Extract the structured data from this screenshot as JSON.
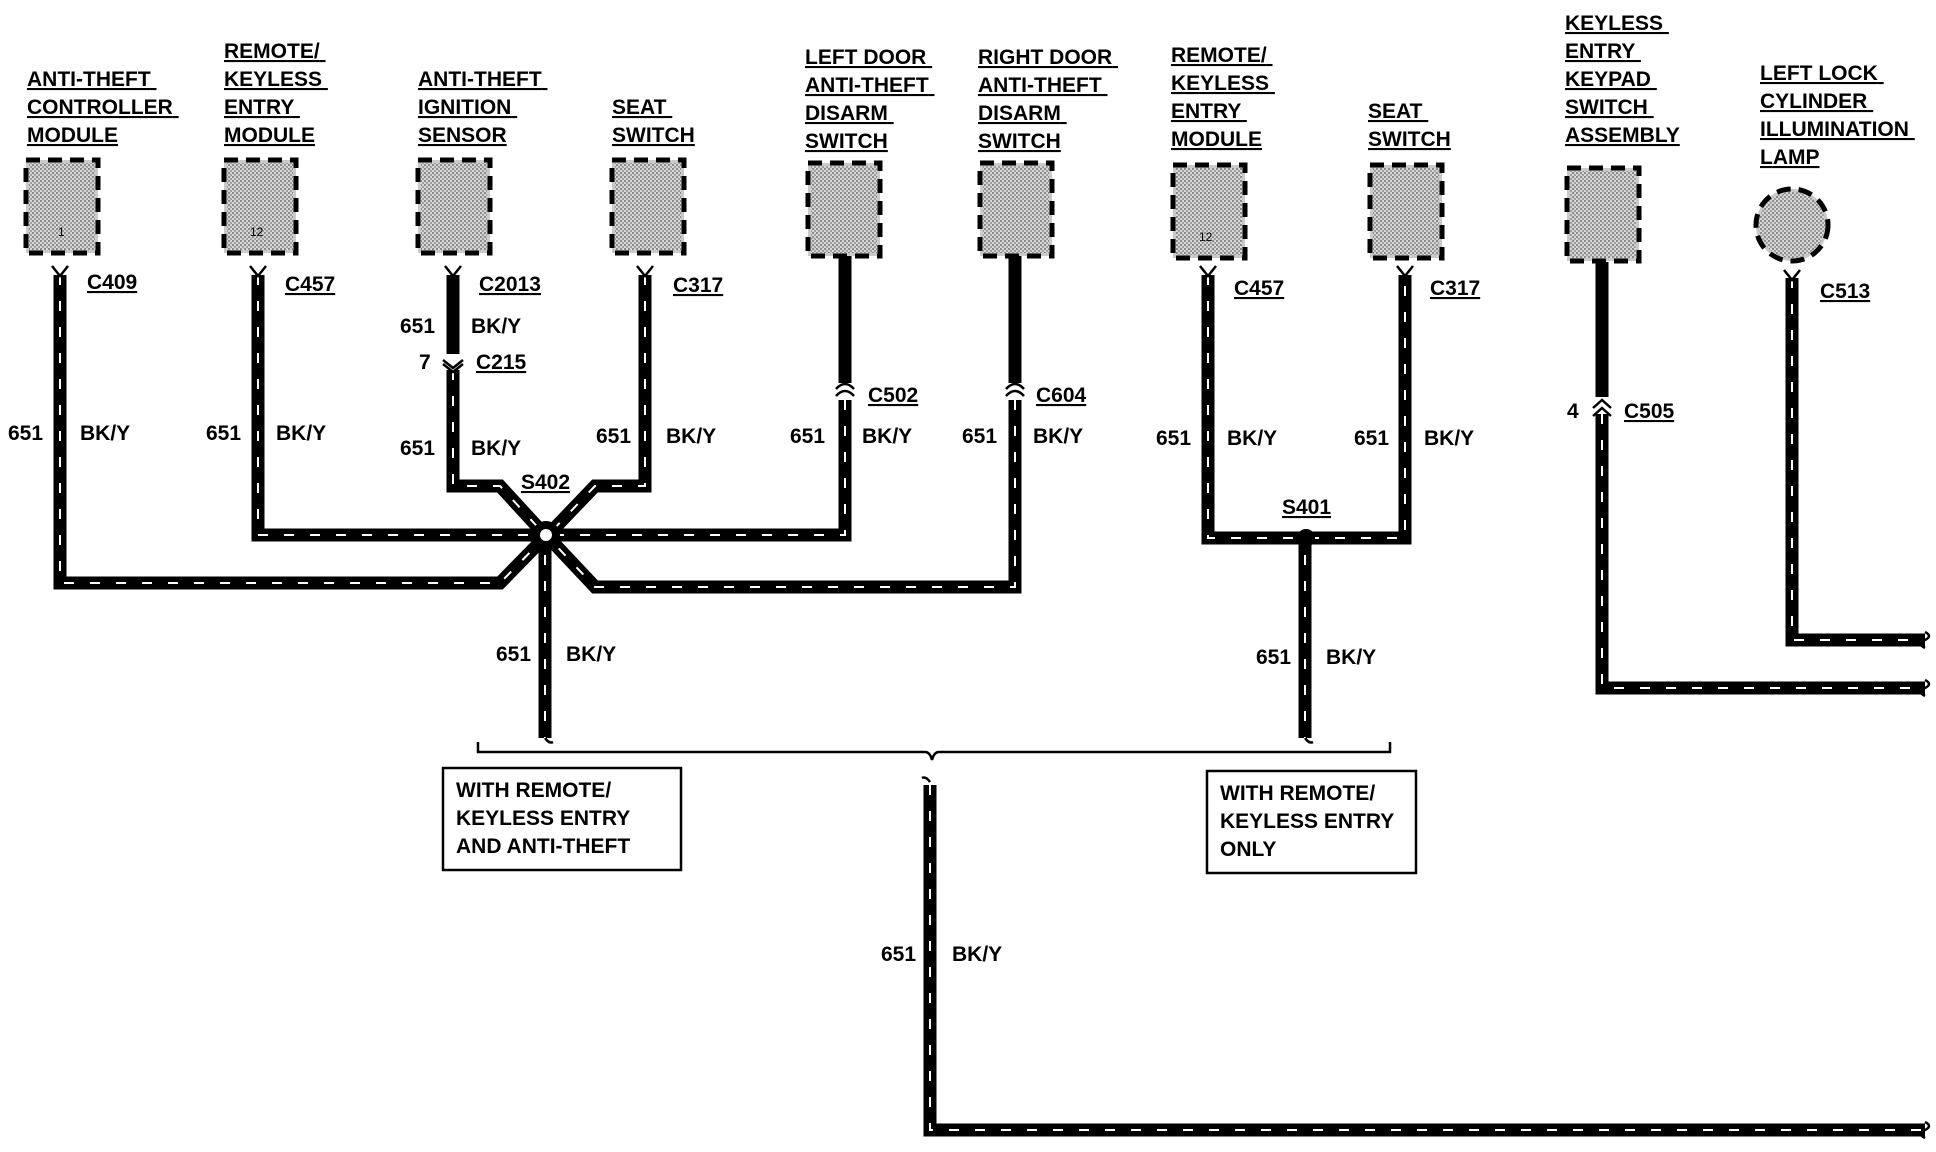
{
  "components": {
    "atcm": {
      "lines": [
        "ANTI-THEFT",
        "CONTROLLER",
        "MODULE"
      ],
      "pin": "1",
      "connector": "C409"
    },
    "rke1": {
      "lines": [
        "REMOTE/",
        "KEYLESS",
        "ENTRY",
        "MODULE"
      ],
      "pin": "12",
      "connector": "C457"
    },
    "ignition": {
      "lines": [
        "ANTI-THEFT",
        "IGNITION",
        "SENSOR"
      ],
      "connector": "C2013"
    },
    "seat1": {
      "lines": [
        "SEAT",
        "SWITCH"
      ],
      "connector": "C317"
    },
    "left_door": {
      "lines": [
        "LEFT DOOR",
        "ANTI-THEFT",
        "DISARM",
        "SWITCH"
      ],
      "connector": "C502"
    },
    "right_door": {
      "lines": [
        "RIGHT DOOR",
        "ANTI-THEFT",
        "DISARM",
        "SWITCH"
      ],
      "connector": "C604"
    },
    "rke2": {
      "lines": [
        "REMOTE/",
        "KEYLESS",
        "ENTRY",
        "MODULE"
      ],
      "pin": "12",
      "connector": "C457"
    },
    "seat2": {
      "lines": [
        "SEAT",
        "SWITCH"
      ],
      "connector": "C317"
    },
    "keypad": {
      "lines": [
        "KEYLESS",
        "ENTRY",
        "KEYPAD",
        "SWITCH",
        "ASSEMBLY"
      ],
      "pin": "4",
      "connector": "C505"
    },
    "lamp": {
      "lines": [
        "LEFT LOCK",
        "CYLINDER",
        "ILLUMINATION",
        "LAMP"
      ],
      "connector": "C513"
    }
  },
  "inline_connector": {
    "pin": "7",
    "name": "C215"
  },
  "splices": {
    "s402": "S402",
    "s401": "S401"
  },
  "wire": {
    "circuit": "651",
    "color": "BK/Y"
  },
  "option_boxes": {
    "left": [
      "WITH REMOTE/",
      "KEYLESS ENTRY",
      "AND ANTI-THEFT"
    ],
    "right": [
      "WITH REMOTE/",
      "KEYLESS ENTRY",
      "ONLY"
    ]
  }
}
